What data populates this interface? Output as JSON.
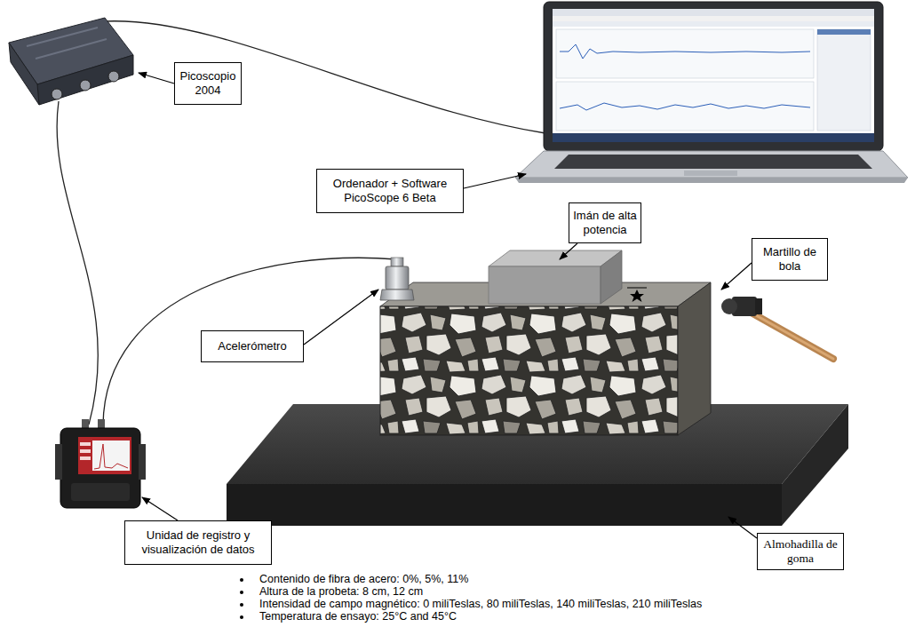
{
  "diagram": {
    "nodes": [
      {
        "text": [
          "Picoscopio 2004"
        ]
      },
      {
        "text": [
          "Ordenador + Software PicoScope 6 Beta"
        ]
      },
      {
        "text": [
          "Imán de alta potencia"
        ]
      },
      {
        "text": [
          "Martillo de bola"
        ]
      },
      {
        "text": [
          "Acelerómetro"
        ]
      },
      {
        "text": [
          "Unidad de registro y visualización de datos"
        ]
      },
      {
        "text": [
          "Almohadilla de goma"
        ]
      }
    ],
    "labels": [
      "Contenido de fibra de acero: 0%, 5%, 11%",
      "Altura de la probeta:  8 cm, 12 cm",
      "Intensidad de campo magnético: 0 miliTeslas, 80 miliTeslas, 140 miliTeslas, 210 miliTeslas",
      "Temperatura de ensayo: 25°C and 45°C"
    ]
  }
}
